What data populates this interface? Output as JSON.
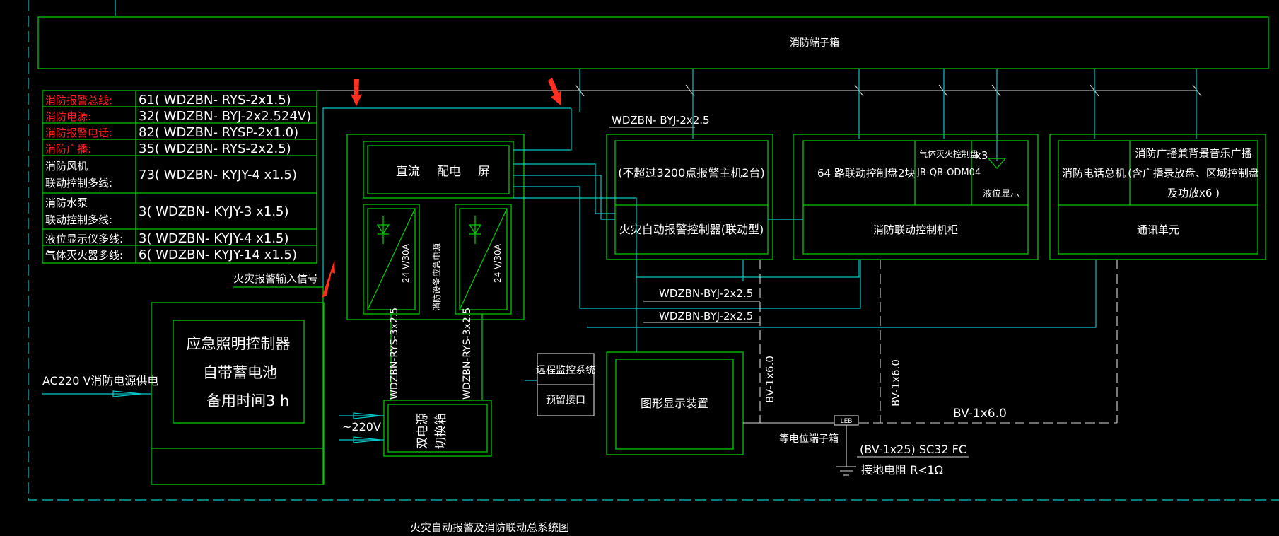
{
  "colors": {
    "background": "#000000",
    "box": "#00c800",
    "wire": "#00c8c8",
    "text": "#ffffff",
    "highlight": "#ff2020",
    "arrow": "#ff3020"
  },
  "terminal_box": "消防端子箱",
  "cable_table": [
    {
      "label": "消防报警总线:",
      "value": "61( WDZBN- RYS-2x1.5)",
      "red": true
    },
    {
      "label": "消防电源:",
      "value": "32( WDZBN- BYJ-2x2.524V)",
      "red": true
    },
    {
      "label": "消防报警电话:",
      "value": "82( WDZBN- RYSP-2x1.0)",
      "red": true
    },
    {
      "label": "消防广播:",
      "value": "35( WDZBN- RYS-2x2.5)",
      "red": true
    },
    {
      "label_lines": [
        "消防风机",
        "联动控制多线:"
      ],
      "value": "73( WDZBN- KYJY-4 x1.5)",
      "red": false
    },
    {
      "label_lines": [
        "消防水泵",
        "联动控制多线:"
      ],
      "value": "3( WDZBN- KYJY-3 x1.5)",
      "red": false
    },
    {
      "label": "液位显示仪多线:",
      "value": "3( WDZBN- KYJY-4 x1.5)",
      "red": false
    },
    {
      "label": "气体灭火器多线:",
      "value": "6( WDZBN- KYJY-14 x1.5)",
      "red": false
    }
  ],
  "fire_alarm_input": "火灾报警输入信号",
  "emergency_lighting": {
    "line1": "应急照明控制器",
    "line2": "自带蓄电池",
    "line3": "备用时间3 h"
  },
  "ac_supply": "AC220 V消防电源供电",
  "dc_panel": {
    "c1": "直流",
    "c2": "配电",
    "c3": "屏"
  },
  "power_unit_label": "24 V/30A",
  "power_device_label": "消防设备应急电源",
  "cable_vertical": "WDZBN-RYS-3x2.5",
  "dual_switch": {
    "line1": "双电源",
    "line2": "切换箱"
  },
  "ac_220": "~220V",
  "remote_monitor": {
    "line1": "远程监控系统",
    "line2": "预留接口"
  },
  "wire_top": "WDZBN- BYJ-2x2.5",
  "wire_mid": "WDZBN-BYJ-2x2.5",
  "fire_controller": {
    "top": "(不超过3200点报警主机2台)",
    "bottom": "火灾自动报警控制器(联动型)"
  },
  "linkage_cabinet": {
    "panel": "64 路联动控制盘2块",
    "gas_line1": "气体灭火控制盘",
    "gas_line2": "JB-QB-ODM04",
    "x3": "x3",
    "level": "液位显示",
    "bottom": "消防联动控制机柜"
  },
  "comms": {
    "phone": "消防电话总机",
    "broadcast_line1": "消防广播兼背景音乐广播",
    "broadcast_line2": "(含广播录放盘、区域控制盘",
    "broadcast_line3": "及功放x6 )",
    "bottom": "通讯单元"
  },
  "graphic_display": "图形显示装置",
  "bv_vertical": "BV-1x6.0",
  "bv_horizontal": "BV-1x6.0",
  "leb": "LEB",
  "equipotential": "等电位端子箱",
  "ground_cable": "(BV-1x25) SC32 FC",
  "ground_resistance": "接地电阻 R<1Ω",
  "caption": "火灾自动报警及消防联动总系统图"
}
